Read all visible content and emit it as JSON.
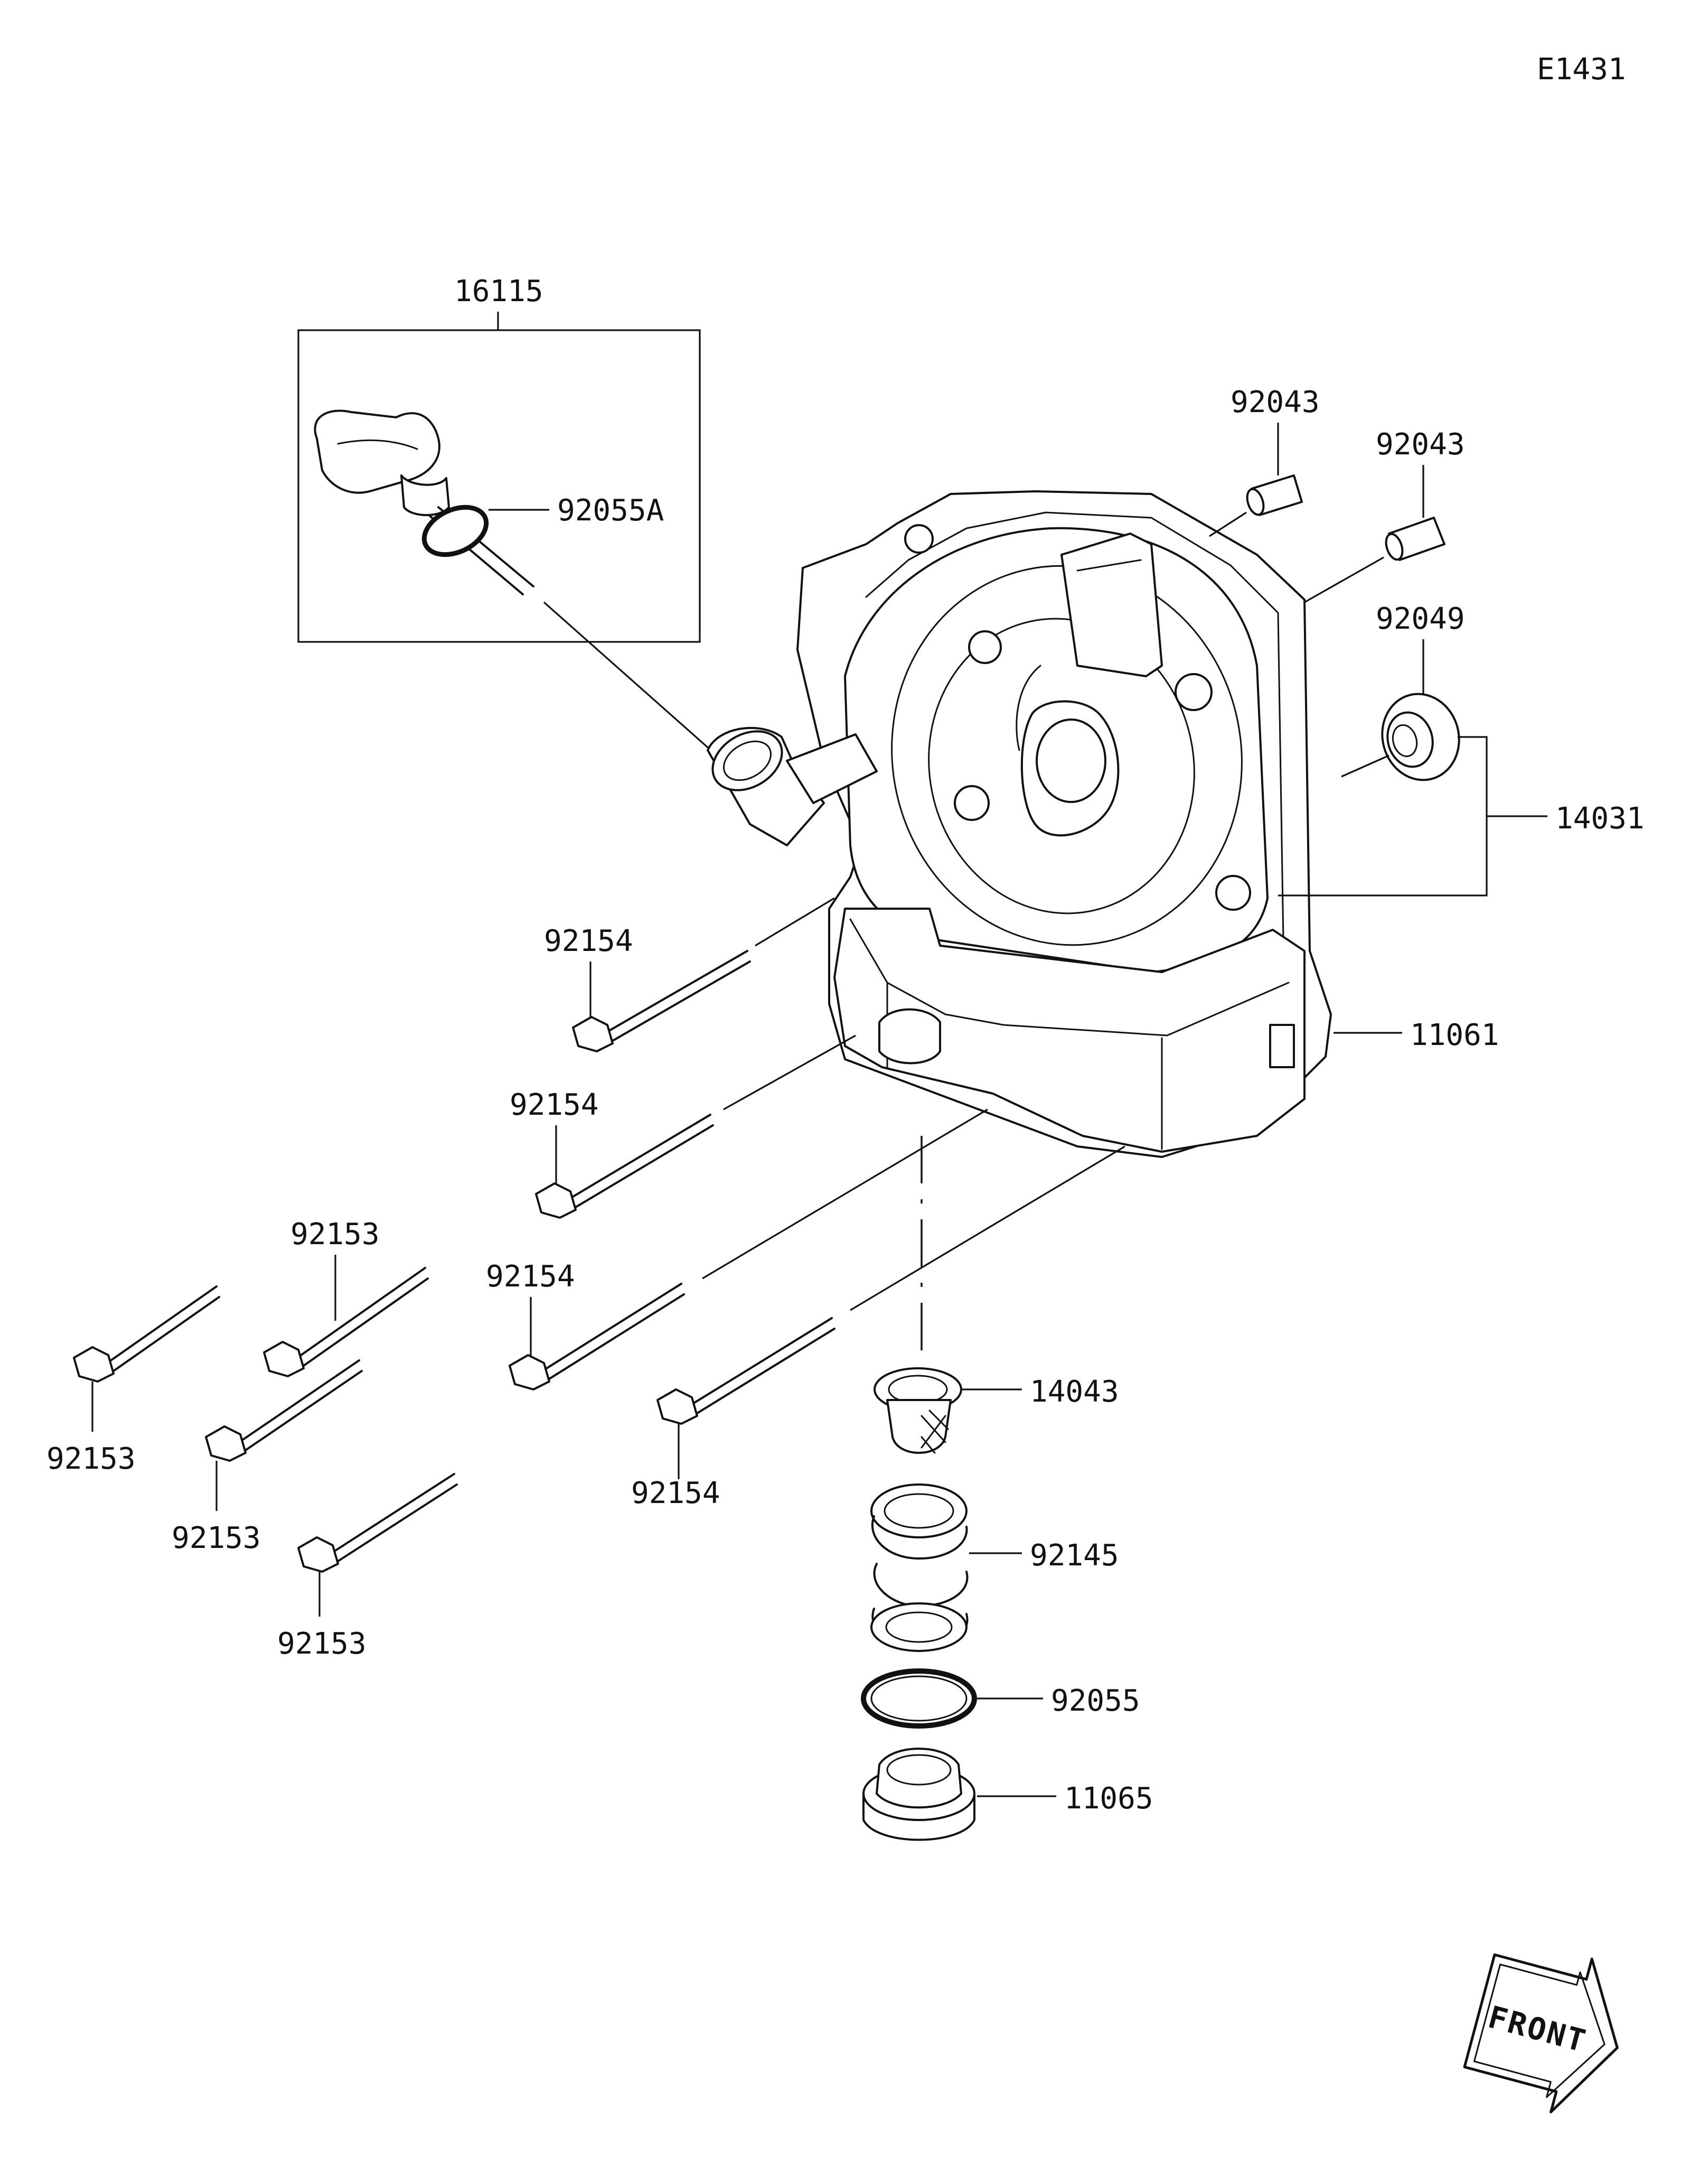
{
  "diagram_code": "E1431",
  "labels": {
    "p16115": "16115",
    "p92055A": "92055A",
    "p92043a": "92043",
    "p92043b": "92043",
    "p92049": "92049",
    "p14031": "14031",
    "p11061": "11061",
    "p92154a": "92154",
    "p92154b": "92154",
    "p92154c": "92154",
    "p92154d": "92154",
    "p92153a": "92153",
    "p92153b": "92153",
    "p92153c": "92153",
    "p92153d": "92153",
    "p14043": "14043",
    "p92145": "92145",
    "p92055": "92055",
    "p11065": "11065"
  },
  "front_arrow": {
    "letters": [
      "F",
      "R",
      "O",
      "N",
      "T"
    ]
  }
}
